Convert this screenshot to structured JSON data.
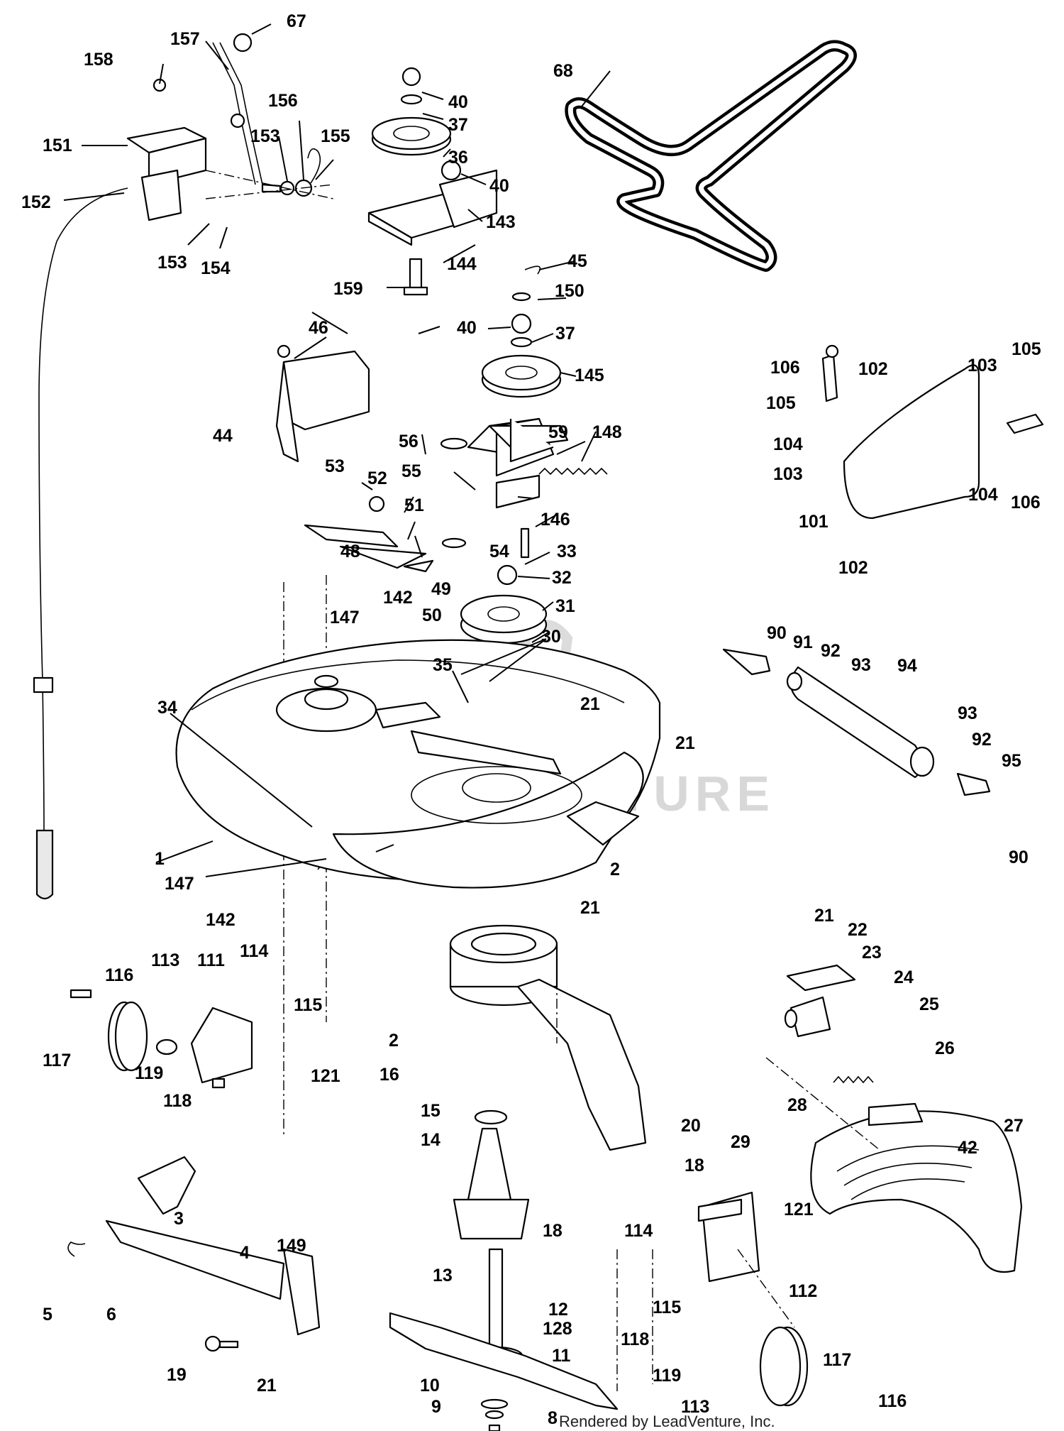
{
  "credit": "Rendered by LeadVenture, Inc.",
  "watermark": "LEADVENTURE",
  "deck_badge": "42",
  "callouts": [
    "1",
    "2",
    "3",
    "4",
    "5",
    "6",
    "8",
    "9",
    "10",
    "11",
    "12",
    "13",
    "14",
    "15",
    "16",
    "18",
    "19",
    "20",
    "21",
    "22",
    "23",
    "24",
    "25",
    "26",
    "27",
    "28",
    "29",
    "30",
    "31",
    "32",
    "33",
    "34",
    "35",
    "36",
    "37",
    "40",
    "44",
    "45",
    "46",
    "48",
    "49",
    "50",
    "51",
    "52",
    "53",
    "54",
    "55",
    "56",
    "59",
    "67",
    "68",
    "90",
    "91",
    "92",
    "93",
    "94",
    "95",
    "101",
    "102",
    "103",
    "104",
    "105",
    "106",
    "111",
    "112",
    "113",
    "114",
    "115",
    "116",
    "117",
    "118",
    "119",
    "121",
    "128",
    "142",
    "143",
    "144",
    "145",
    "146",
    "147",
    "148",
    "149",
    "150",
    "151",
    "152",
    "153",
    "154",
    "155",
    "156",
    "157",
    "158",
    "159"
  ]
}
